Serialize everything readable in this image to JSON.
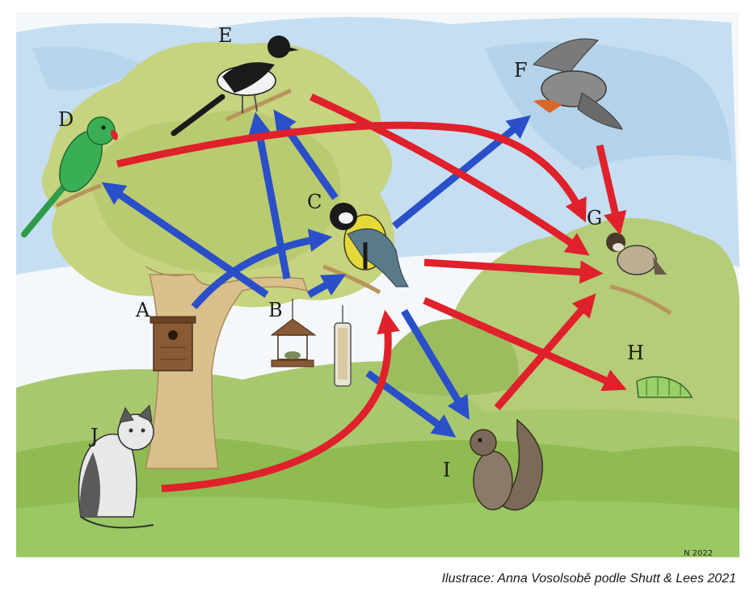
{
  "diagram": {
    "nodes": [
      {
        "id": "A",
        "label": "A",
        "name": "tree-nestbox"
      },
      {
        "id": "B",
        "label": "B",
        "name": "bird-feeders"
      },
      {
        "id": "C",
        "label": "C",
        "name": "great-tit"
      },
      {
        "id": "D",
        "label": "D",
        "name": "parakeet"
      },
      {
        "id": "E",
        "label": "E",
        "name": "magpie"
      },
      {
        "id": "F",
        "label": "F",
        "name": "sparrowhawk"
      },
      {
        "id": "G",
        "label": "G",
        "name": "small-bird"
      },
      {
        "id": "H",
        "label": "H",
        "name": "caterpillar"
      },
      {
        "id": "I",
        "label": "I",
        "name": "squirrel"
      },
      {
        "id": "J",
        "label": "J",
        "name": "cat"
      }
    ],
    "edges": [
      {
        "from": "A",
        "to": "C",
        "color": "blue"
      },
      {
        "from": "B",
        "to": "C",
        "color": "blue"
      },
      {
        "from": "B",
        "to": "D",
        "color": "blue"
      },
      {
        "from": "B",
        "to": "E",
        "color": "blue"
      },
      {
        "from": "C",
        "to": "E",
        "color": "blue"
      },
      {
        "from": "C",
        "to": "F",
        "color": "blue"
      },
      {
        "from": "C",
        "to": "I",
        "color": "blue"
      },
      {
        "from": "B",
        "to": "I",
        "color": "blue"
      },
      {
        "from": "D",
        "to": "G",
        "color": "red"
      },
      {
        "from": "E",
        "to": "G",
        "color": "red"
      },
      {
        "from": "F",
        "to": "G",
        "color": "red"
      },
      {
        "from": "C",
        "to": "G",
        "color": "red"
      },
      {
        "from": "C",
        "to": "H",
        "color": "red"
      },
      {
        "from": "I",
        "to": "G",
        "color": "red"
      },
      {
        "from": "J",
        "to": "C",
        "color": "red"
      }
    ],
    "colors": {
      "blue": "#2a4fc9",
      "red": "#e0202a",
      "sky": "#bcd9ef",
      "foliage": "#a9c46a",
      "grass": "#7fb045",
      "trunk": "#c9ab78"
    },
    "signature": "N 2022"
  },
  "caption": "Ilustrace: Anna Vosolsobě podle Shutt & Lees 2021"
}
